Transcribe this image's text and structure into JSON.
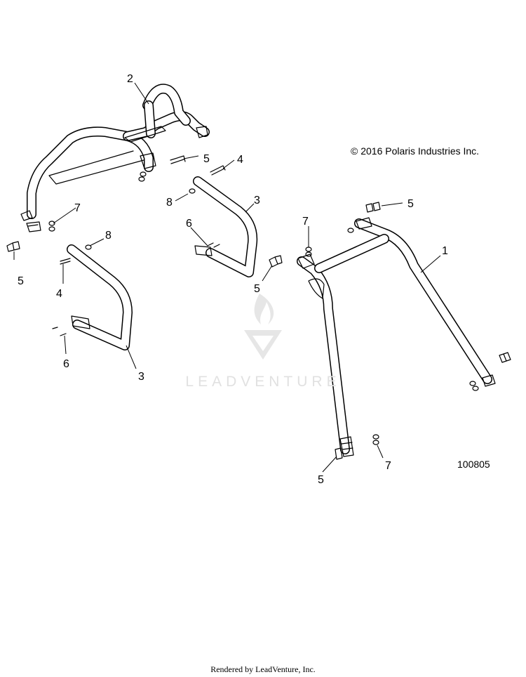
{
  "copyright": "© 2016 Polaris Industries Inc.",
  "drawing_number": "100805",
  "watermark": "LEADVENTURE",
  "footer": "Rendered by LeadVenture, Inc.",
  "callouts": {
    "c1": "1",
    "c2": "2",
    "c3a": "3",
    "c3b": "3",
    "c4a": "4",
    "c4b": "4",
    "c5a": "5",
    "c5b": "5",
    "c5c": "5",
    "c5d": "5",
    "c5e": "5",
    "c6a": "6",
    "c6b": "6",
    "c7a": "7",
    "c7b": "7",
    "c7c": "7",
    "c8a": "8",
    "c8b": "8"
  }
}
